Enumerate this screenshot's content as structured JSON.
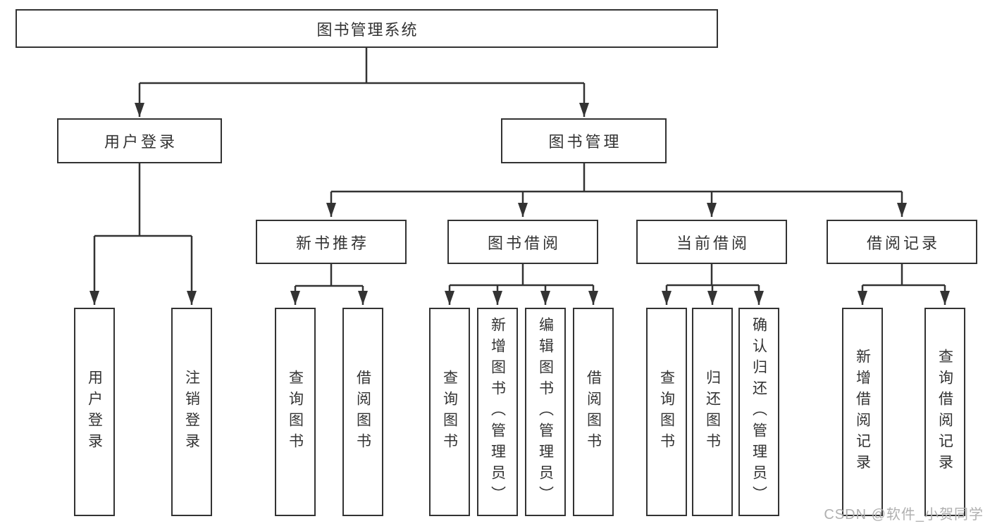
{
  "tree": {
    "root": "图书管理系统",
    "branches": [
      {
        "label": "用户登录",
        "children": [
          {
            "label": "用户登录"
          },
          {
            "label": "注销登录"
          }
        ]
      },
      {
        "label": "图书管理",
        "sections": [
          {
            "label": "新书推荐",
            "children": [
              {
                "label": "查询图书"
              },
              {
                "label": "借阅图书"
              }
            ]
          },
          {
            "label": "图书借阅",
            "children": [
              {
                "label": "查询图书"
              },
              {
                "label": "新增图书（管理员）"
              },
              {
                "label": "编辑图书（管理员）"
              },
              {
                "label": "借阅图书"
              }
            ]
          },
          {
            "label": "当前借阅",
            "children": [
              {
                "label": "查询图书"
              },
              {
                "label": "归还图书"
              },
              {
                "label": "确认归还（管理员）"
              }
            ]
          },
          {
            "label": "借阅记录",
            "children": [
              {
                "label": "新增借阅记录"
              },
              {
                "label": "查询借阅记录"
              }
            ]
          }
        ]
      }
    ]
  },
  "watermark": {
    "text": "CSDN @软件_小贺同学",
    "color": "#b0b0b0"
  },
  "colors": {
    "line": "#333333",
    "box_border": "#333333",
    "text": "#333333",
    "background": "#ffffff"
  }
}
